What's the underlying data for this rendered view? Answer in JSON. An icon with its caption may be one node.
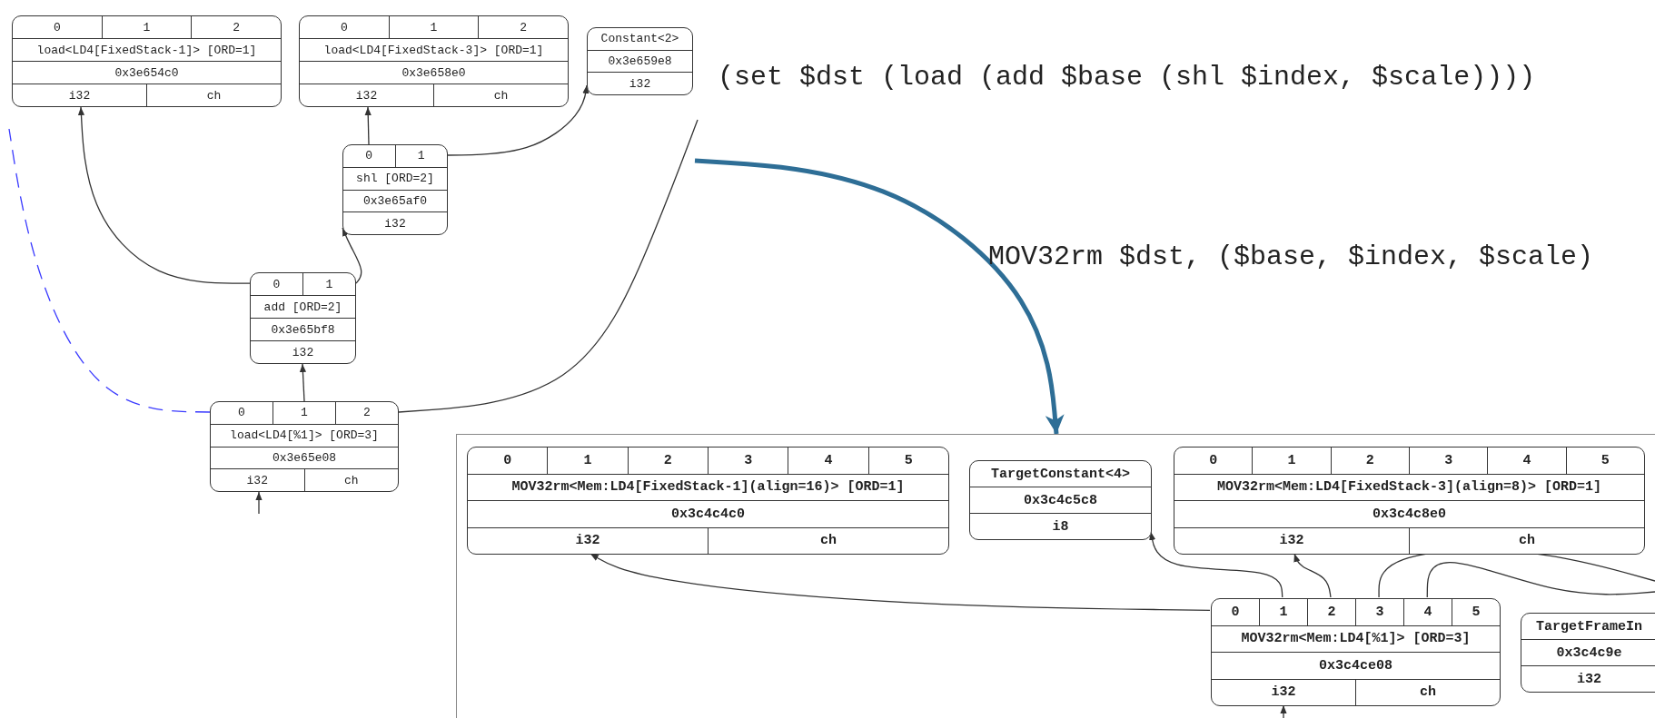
{
  "diagram": {
    "nodes": [
      {
        "text": [
          "0",
          "1",
          "2",
          "load<LD4[FixedStack-1]> [ORD=1]",
          "0x3e654c0",
          "i32",
          "ch"
        ]
      },
      {
        "text": [
          "0",
          "1",
          "2",
          "load<LD4[FixedStack-3]> [ORD=1]",
          "0x3e658e0",
          "i32",
          "ch"
        ]
      },
      {
        "text": [
          "Constant<2>",
          "0x3e659e8",
          "i32"
        ]
      },
      {
        "text": [
          "0",
          "1",
          "shl [ORD=2]",
          "0x3e65af0",
          "i32"
        ]
      },
      {
        "text": [
          "0",
          "1",
          "add [ORD=2]",
          "0x3e65bf8",
          "i32"
        ]
      },
      {
        "text": [
          "0",
          "1",
          "2",
          "load<LD4[%1]> [ORD=3]",
          "0x3e65e08",
          "i32",
          "ch"
        ]
      },
      {
        "text": [],
        "shape": "box"
      },
      {
        "text": [
          "0",
          "1",
          "2",
          "3",
          "4",
          "5",
          "MOV32rm<Mem:LD4[FixedStack-1](align=16)> [ORD=1]",
          "0x3c4c4c0",
          "i32",
          "ch"
        ],
        "in": 6
      },
      {
        "text": [
          "TargetConstant<4>",
          "0x3c4c5c8",
          "i8"
        ],
        "in": 6
      },
      {
        "text": [
          "0",
          "1",
          "2",
          "3",
          "4",
          "5",
          "MOV32rm<Mem:LD4[FixedStack-3](align=8)> [ORD=1]",
          "0x3c4c8e0",
          "i32",
          "ch"
        ],
        "in": 6
      },
      {
        "text": [
          "0",
          "1",
          "2",
          "3",
          "4",
          "5",
          "MOV32rm<Mem:LD4[%1]> [ORD=3]",
          "0x3c4ce08",
          "i32",
          "ch"
        ],
        "in": 6
      },
      {
        "text": [
          "TargetFrameIn",
          "0x3c4c9e",
          "i32"
        ],
        "in": 6
      }
    ],
    "edges": [
      {
        "from": 5,
        "to": 4,
        "arrow": "to"
      },
      {
        "from": 4,
        "to": 0,
        "arrow": "to"
      },
      {
        "from": 4,
        "to": 3,
        "arrow": "to"
      },
      {
        "from": 3,
        "to": 1,
        "arrow": "to"
      },
      {
        "from": 3,
        "to": 2,
        "arrow": "to"
      },
      {
        "from": null,
        "to": 5,
        "arrow": "to"
      },
      {
        "from": 5,
        "to": null,
        "arrow": "none"
      },
      {
        "from": 5,
        "to": null,
        "arrow": "none",
        "style": "dashed",
        "color": "#3a3aff"
      },
      {
        "from": null,
        "to": 6,
        "arrow": "to",
        "style": "thick",
        "color": "#2e6e96"
      },
      {
        "from": 10,
        "to": 7,
        "arrow": "to"
      },
      {
        "from": 10,
        "to": 8,
        "arrow": "to"
      },
      {
        "from": 10,
        "to": 9,
        "arrow": "to"
      },
      {
        "from": 10,
        "to": null,
        "arrow": "none"
      },
      {
        "from": 10,
        "to": null,
        "arrow": "none"
      },
      {
        "from": null,
        "to": 10,
        "arrow": "to"
      }
    ],
    "labels": [
      "(set $dst (load (add $base (shl $index, $scale))))",
      "MOV32rm $dst, ($base, $index, $scale)"
    ]
  }
}
